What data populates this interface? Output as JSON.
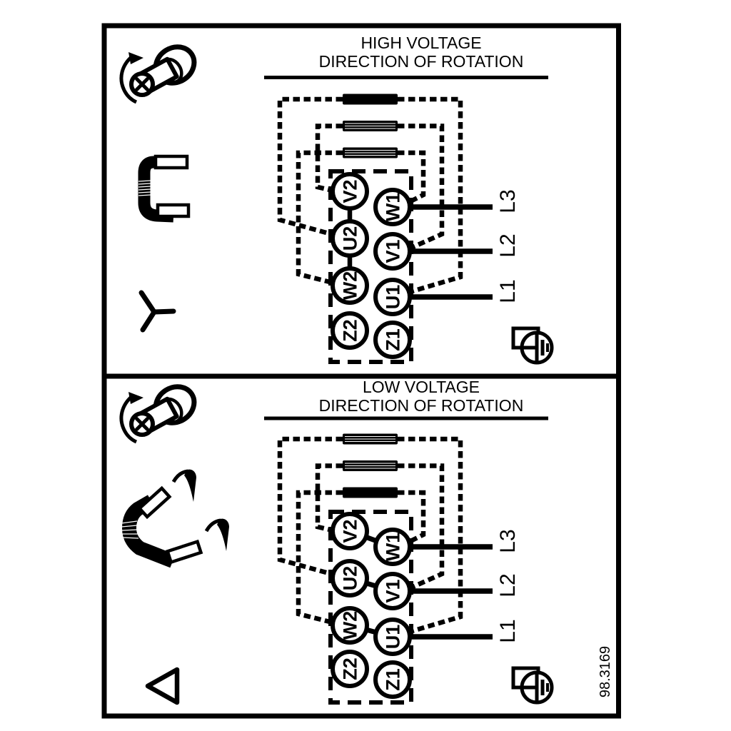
{
  "figure_number": "98.3169",
  "colors": {
    "ink": "#000000",
    "paper": "#ffffff"
  },
  "panels": [
    {
      "title_line1": "HIGH VOLTAGE",
      "title_line2": "DIRECTION OF ROTATION",
      "connection": "star",
      "icons": [
        "screw-rotation-icon",
        "jumper-bracket-icon",
        "star-connection-icon",
        "ground-icon"
      ],
      "terminals": {
        "left": [
          "V2",
          "U2",
          "W2",
          "Z2"
        ],
        "right": [
          "W1",
          "V1",
          "U1",
          "Z1"
        ]
      },
      "supply_lines": [
        "L3",
        "L2",
        "L1"
      ]
    },
    {
      "title_line1": "LOW VOLTAGE",
      "title_line2": "DIRECTION OF ROTATION",
      "connection": "delta",
      "icons": [
        "screw-rotation-icon",
        "jumper-bracket-rotated-icon",
        "delta-connection-icon",
        "ground-icon"
      ],
      "terminals": {
        "left": [
          "V2",
          "U2",
          "W2",
          "Z2"
        ],
        "right": [
          "W1",
          "V1",
          "U1",
          "Z1"
        ]
      },
      "supply_lines": [
        "L3",
        "L2",
        "L1"
      ]
    }
  ]
}
